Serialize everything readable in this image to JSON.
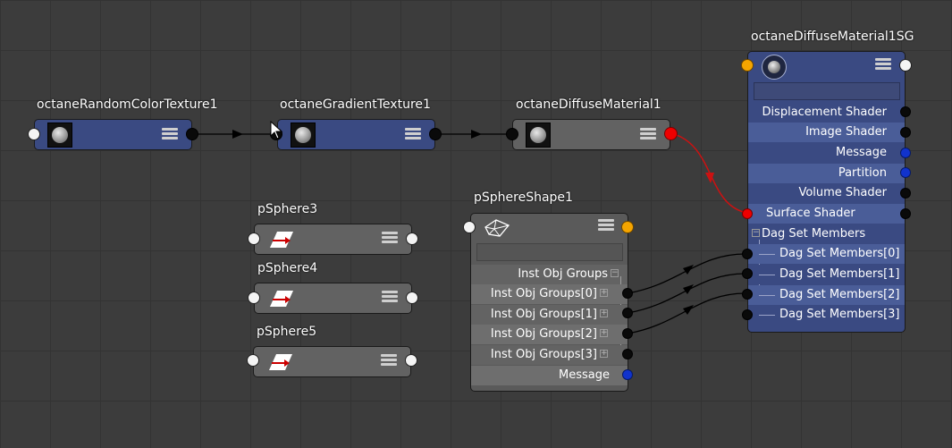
{
  "nodes": {
    "random_color": {
      "title": "octaneRandomColorTexture1"
    },
    "gradient": {
      "title": "octaneGradientTexture1"
    },
    "diffuse": {
      "title": "octaneDiffuseMaterial1"
    },
    "shading_group": {
      "title": "octaneDiffuseMaterial1SG",
      "attrs": [
        "Displacement Shader",
        "Image Shader",
        "Message",
        "Partition",
        "Volume Shader",
        "Surface Shader"
      ],
      "dag_header": "Dag Set Members",
      "dag_members": [
        "Dag Set Members[0]",
        "Dag Set Members[1]",
        "Dag Set Members[2]",
        "Dag Set Members[3]"
      ]
    },
    "sphere3": {
      "title": "pSphere3"
    },
    "sphere4": {
      "title": "pSphere4"
    },
    "sphere5": {
      "title": "pSphere5"
    },
    "shape": {
      "title": "pSphereShape1",
      "header_attr": "Inst Obj Groups",
      "groups": [
        "Inst Obj Groups[0]",
        "Inst Obj Groups[1]",
        "Inst Obj Groups[2]",
        "Inst Obj Groups[3]"
      ],
      "message": "Message"
    }
  },
  "colors": {
    "background": "#3c3c3c",
    "shader_node": "#3a4a82",
    "transform_node": "#626262",
    "connection_selected": "#cc1111",
    "port_output_red": "#ee0000",
    "port_message_blue": "#1133cc"
  },
  "icons": [
    "texture-orb-icon",
    "node-menu-icon",
    "transform-arrow-icon",
    "mesh-shape-icon",
    "shading-group-icon",
    "mouse-pointer-icon"
  ]
}
